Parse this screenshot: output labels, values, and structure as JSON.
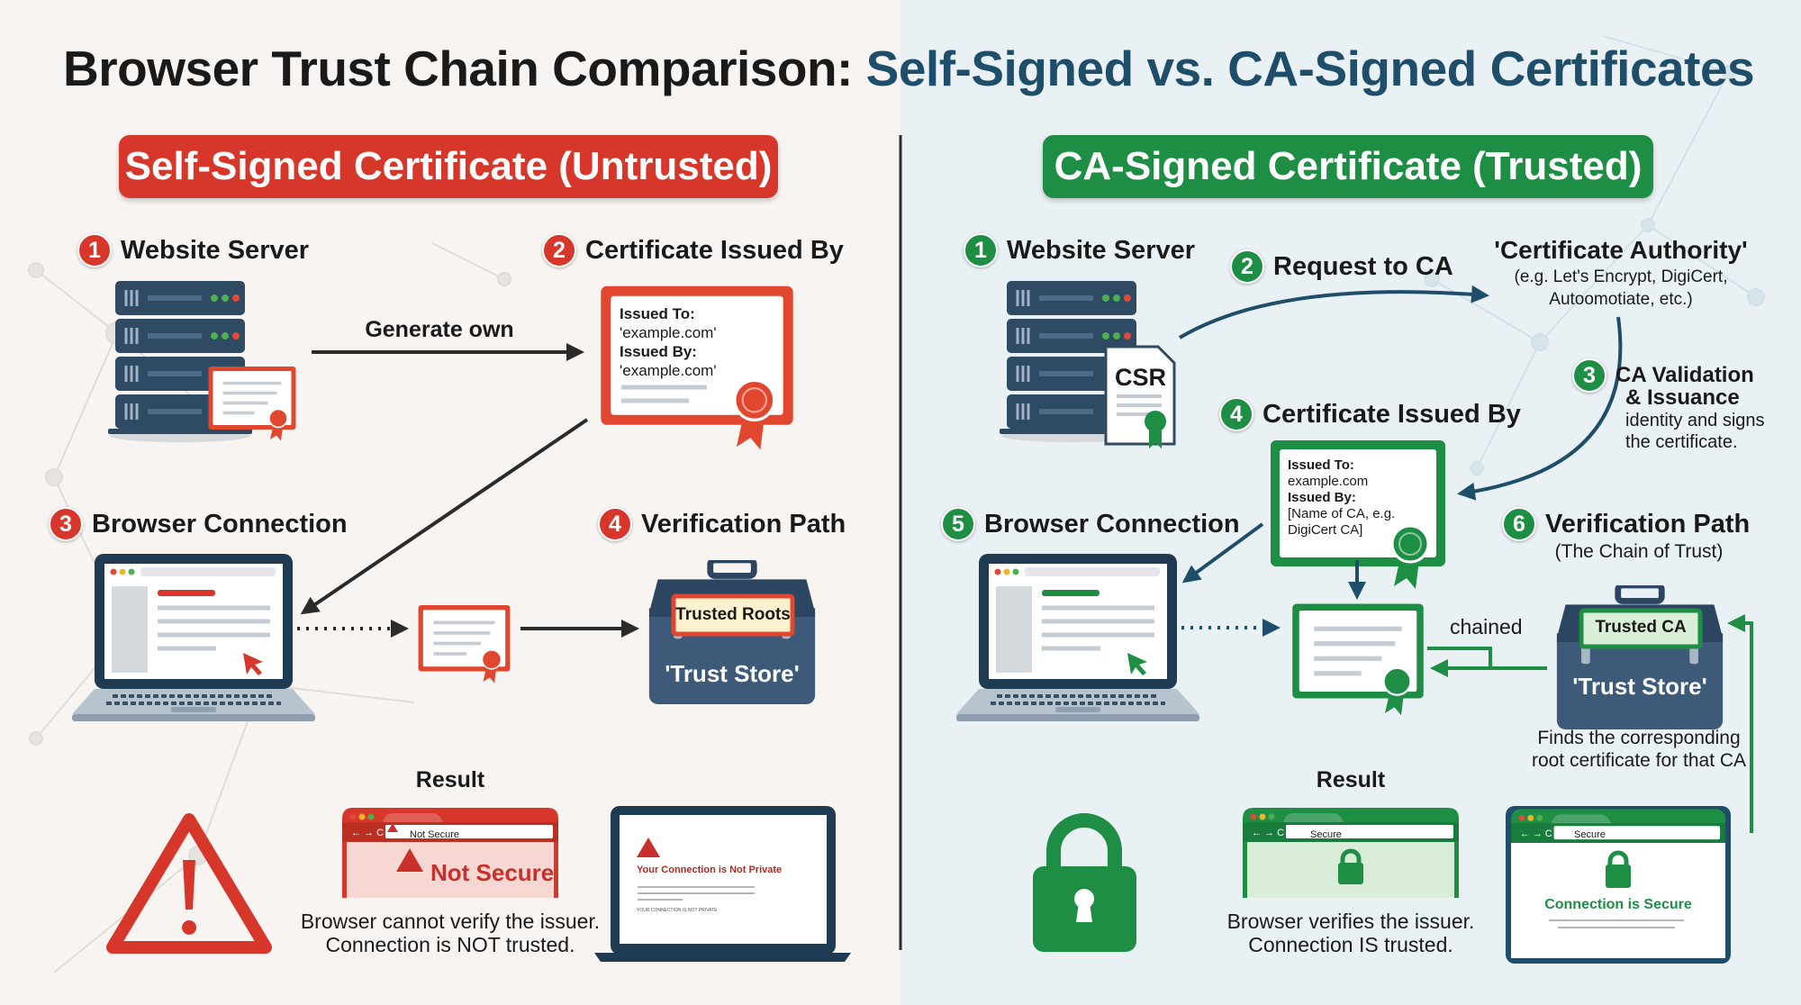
{
  "title": {
    "part1": "Browser Trust Chain Comparison:",
    "part2": "Self-Signed vs. CA-Signed Certificates"
  },
  "colors": {
    "red": "#d7372a",
    "green": "#1e8e45",
    "navy": "#1f4e6b",
    "server": "#2f4a63"
  },
  "left": {
    "banner": "Self-Signed Certificate (Untrusted)",
    "steps": [
      {
        "num": "1",
        "label": "Website Server"
      },
      {
        "num": "2",
        "label": "Certificate Issued By"
      },
      {
        "num": "3",
        "label": "Browser Connection"
      },
      {
        "num": "4",
        "label": "Verification Path"
      }
    ],
    "arrow_label": "Generate own",
    "cert": {
      "issued_to_label": "Issued To:",
      "issued_to": "'example.com'",
      "issued_by_label": "Issued By:",
      "issued_by": "'example.com'"
    },
    "trust_store": {
      "card": "Trusted Roots",
      "label": "'Trust Store'"
    },
    "result": {
      "heading": "Result",
      "browser_bar": "Not Secure",
      "browser_banner": "Not Secure",
      "caption1": "Browser cannot verify the issuer.",
      "caption2": "Connection is NOT trusted.",
      "laptop_title": "Your Connection is Not Private",
      "laptop_footer": "YOUR CONNECTION IS NOT PRIVATE"
    },
    "icons": [
      "server-icon",
      "certificate-icon",
      "laptop-icon",
      "trust-store-icon",
      "warning-icon"
    ]
  },
  "right": {
    "banner": "CA-Signed Certificate (Trusted)",
    "steps": [
      {
        "num": "1",
        "label": "Website Server"
      },
      {
        "num": "2",
        "label": "Request to CA"
      },
      {
        "num": "3",
        "label": "CA Validation",
        "label2": "& Issuance",
        "desc1": "identity and signs",
        "desc2": "the certificate."
      },
      {
        "num": "4",
        "label": "Certificate Issued By"
      },
      {
        "num": "5",
        "label": "Browser Connection"
      },
      {
        "num": "6",
        "label": "Verification Path",
        "sub": "(The Chain of Trust)"
      }
    ],
    "csr": "CSR",
    "ca": {
      "title": "'Certificate Authority'",
      "sub1": "(e.g. Let's Encrypt, DigiCert,",
      "sub2": "Autoomotiate, etc.)"
    },
    "cert": {
      "issued_to_label": "Issued To:",
      "issued_to": "example.com",
      "issued_by_label": "Issued By:",
      "issued_by1": "[Name of CA, e.g.",
      "issued_by2": "DigiCert CA]"
    },
    "chained": "chained",
    "trust_store": {
      "card": "Trusted CA",
      "label": "'Trust Store'",
      "note1": "Finds the corresponding",
      "note2": "root certificate for that CA"
    },
    "result": {
      "heading": "Result",
      "browser_bar": "Secure",
      "caption1": "Browser verifies the issuer.",
      "caption2": "Connection IS trusted.",
      "window_bar": "Secure",
      "window_title": "Connection is Secure"
    },
    "icons": [
      "server-icon",
      "csr-document-icon",
      "certificate-icon",
      "laptop-icon",
      "chained-certificate-icon",
      "trust-store-icon",
      "padlock-icon"
    ]
  }
}
